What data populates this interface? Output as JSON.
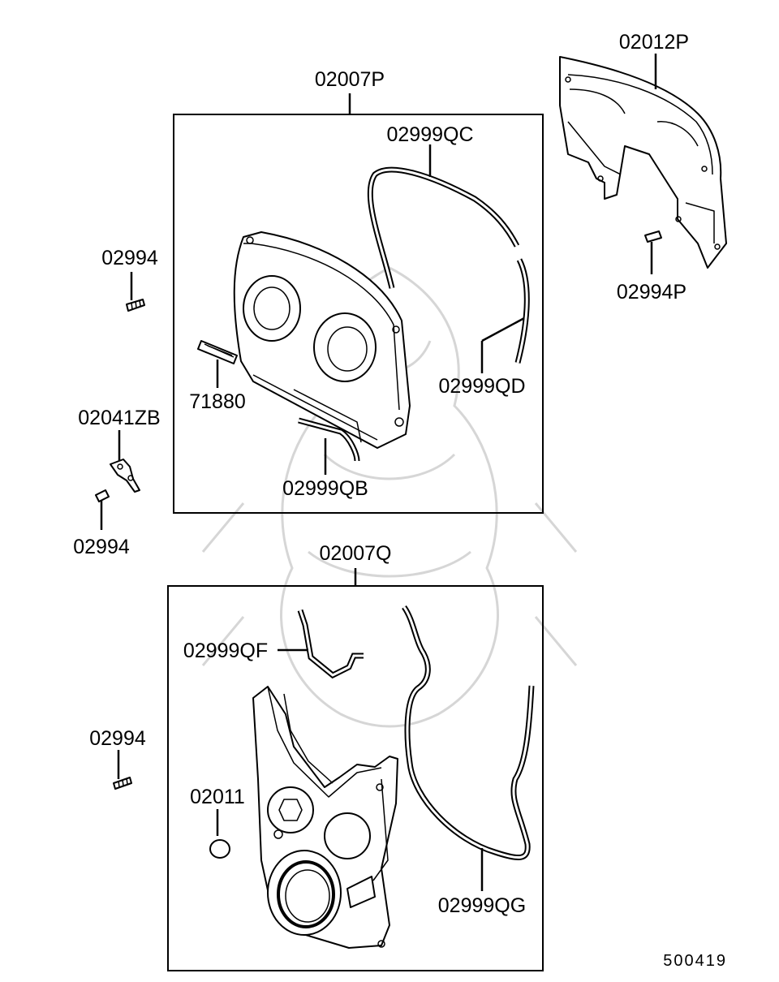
{
  "labels": {
    "p02012P": "02012P",
    "p02007P": "02007P",
    "p02999QC": "02999QC",
    "p02994_top": "02994",
    "p02994P": "02994P",
    "p71880": "71880",
    "p02999QD": "02999QD",
    "p02041ZB": "02041ZB",
    "p02999QB": "02999QB",
    "p02994_mid": "02994",
    "p02007Q": "02007Q",
    "p02999QF": "02999QF",
    "p02994_bot": "02994",
    "p02011": "02011",
    "p02999QG": "02999QG"
  },
  "reference_code": "500419"
}
